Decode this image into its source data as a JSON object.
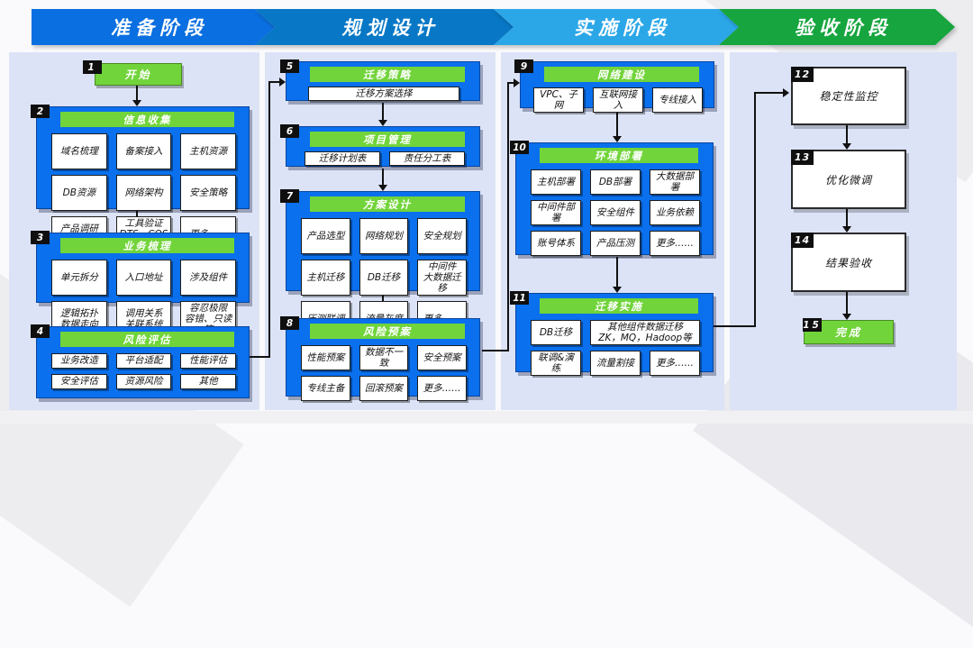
{
  "phases": [
    {
      "label": "准备阶段",
      "color": "#0a6fe0"
    },
    {
      "label": "规划设计",
      "color": "#0878c6"
    },
    {
      "label": "实施阶段",
      "color": "#2ba7e8"
    },
    {
      "label": "验收阶段",
      "color": "#16a53e"
    }
  ],
  "colors": {
    "card_blue": "#0a70ee",
    "strip_green": "#71d43a",
    "panel_bg": "#dce3f6",
    "connector": "#121212"
  },
  "boxes": {
    "start": {
      "num": "1",
      "title": "开始"
    },
    "info": {
      "num": "2",
      "title": "信息收集",
      "items": [
        "域名梳理",
        "备案接入",
        "主机资源",
        "DB资源",
        "网络架构",
        "安全策略",
        "产品调研\n规格对标",
        "工具验证\nDTS、COS等",
        "更多……"
      ]
    },
    "biz": {
      "num": "3",
      "title": "业务梳理",
      "items": [
        "单元拆分",
        "入口地址",
        "涉及组件",
        "逻辑拓扑\n数据走向",
        "调用关系\n关联系统",
        "容忍极限\n容错、只读等"
      ]
    },
    "risk_assess": {
      "num": "4",
      "title": "风险评估",
      "items": [
        "业务改造",
        "平台适配",
        "性能评估",
        "安全评估",
        "资源风险",
        "其他"
      ]
    },
    "strategy": {
      "num": "5",
      "title": "迁移策略",
      "items": [
        "迁移方案选择"
      ]
    },
    "project": {
      "num": "6",
      "title": "项目管理",
      "items": [
        "迁移计划表",
        "责任分工表"
      ]
    },
    "design": {
      "num": "7",
      "title": "方案设计",
      "items": [
        "产品选型",
        "网络规划",
        "安全规划",
        "主机迁移",
        "DB迁移",
        "中间件\n大数据迁移",
        "压测联调",
        "流量灰度",
        "更多……"
      ]
    },
    "risk_plan": {
      "num": "8",
      "title": "风险预案",
      "items": [
        "性能预案",
        "数据不一致",
        "安全预案",
        "专线主备",
        "回滚预案",
        "更多……"
      ]
    },
    "network": {
      "num": "9",
      "title": "网络建设",
      "items": [
        "VPC、子网",
        "互联网接入",
        "专线接入"
      ]
    },
    "env": {
      "num": "10",
      "title": "环境部署",
      "items": [
        "主机部署",
        "DB部署",
        "大数据部署",
        "中间件部署",
        "安全组件",
        "业务依赖",
        "账号体系",
        "产品压测",
        "更多……"
      ]
    },
    "migrate": {
      "num": "11",
      "title": "迁移实施",
      "items": [
        "DB迁移",
        "其他组件数据迁移\nZK，MQ，Hadoop等",
        "联调&演练",
        "流量割接",
        "更多……"
      ]
    },
    "monitor": {
      "num": "12",
      "title": "稳定性监控"
    },
    "tune": {
      "num": "13",
      "title": "优化微调"
    },
    "accept": {
      "num": "14",
      "title": "结果验收"
    },
    "done": {
      "num": "15",
      "title": "完成"
    }
  }
}
